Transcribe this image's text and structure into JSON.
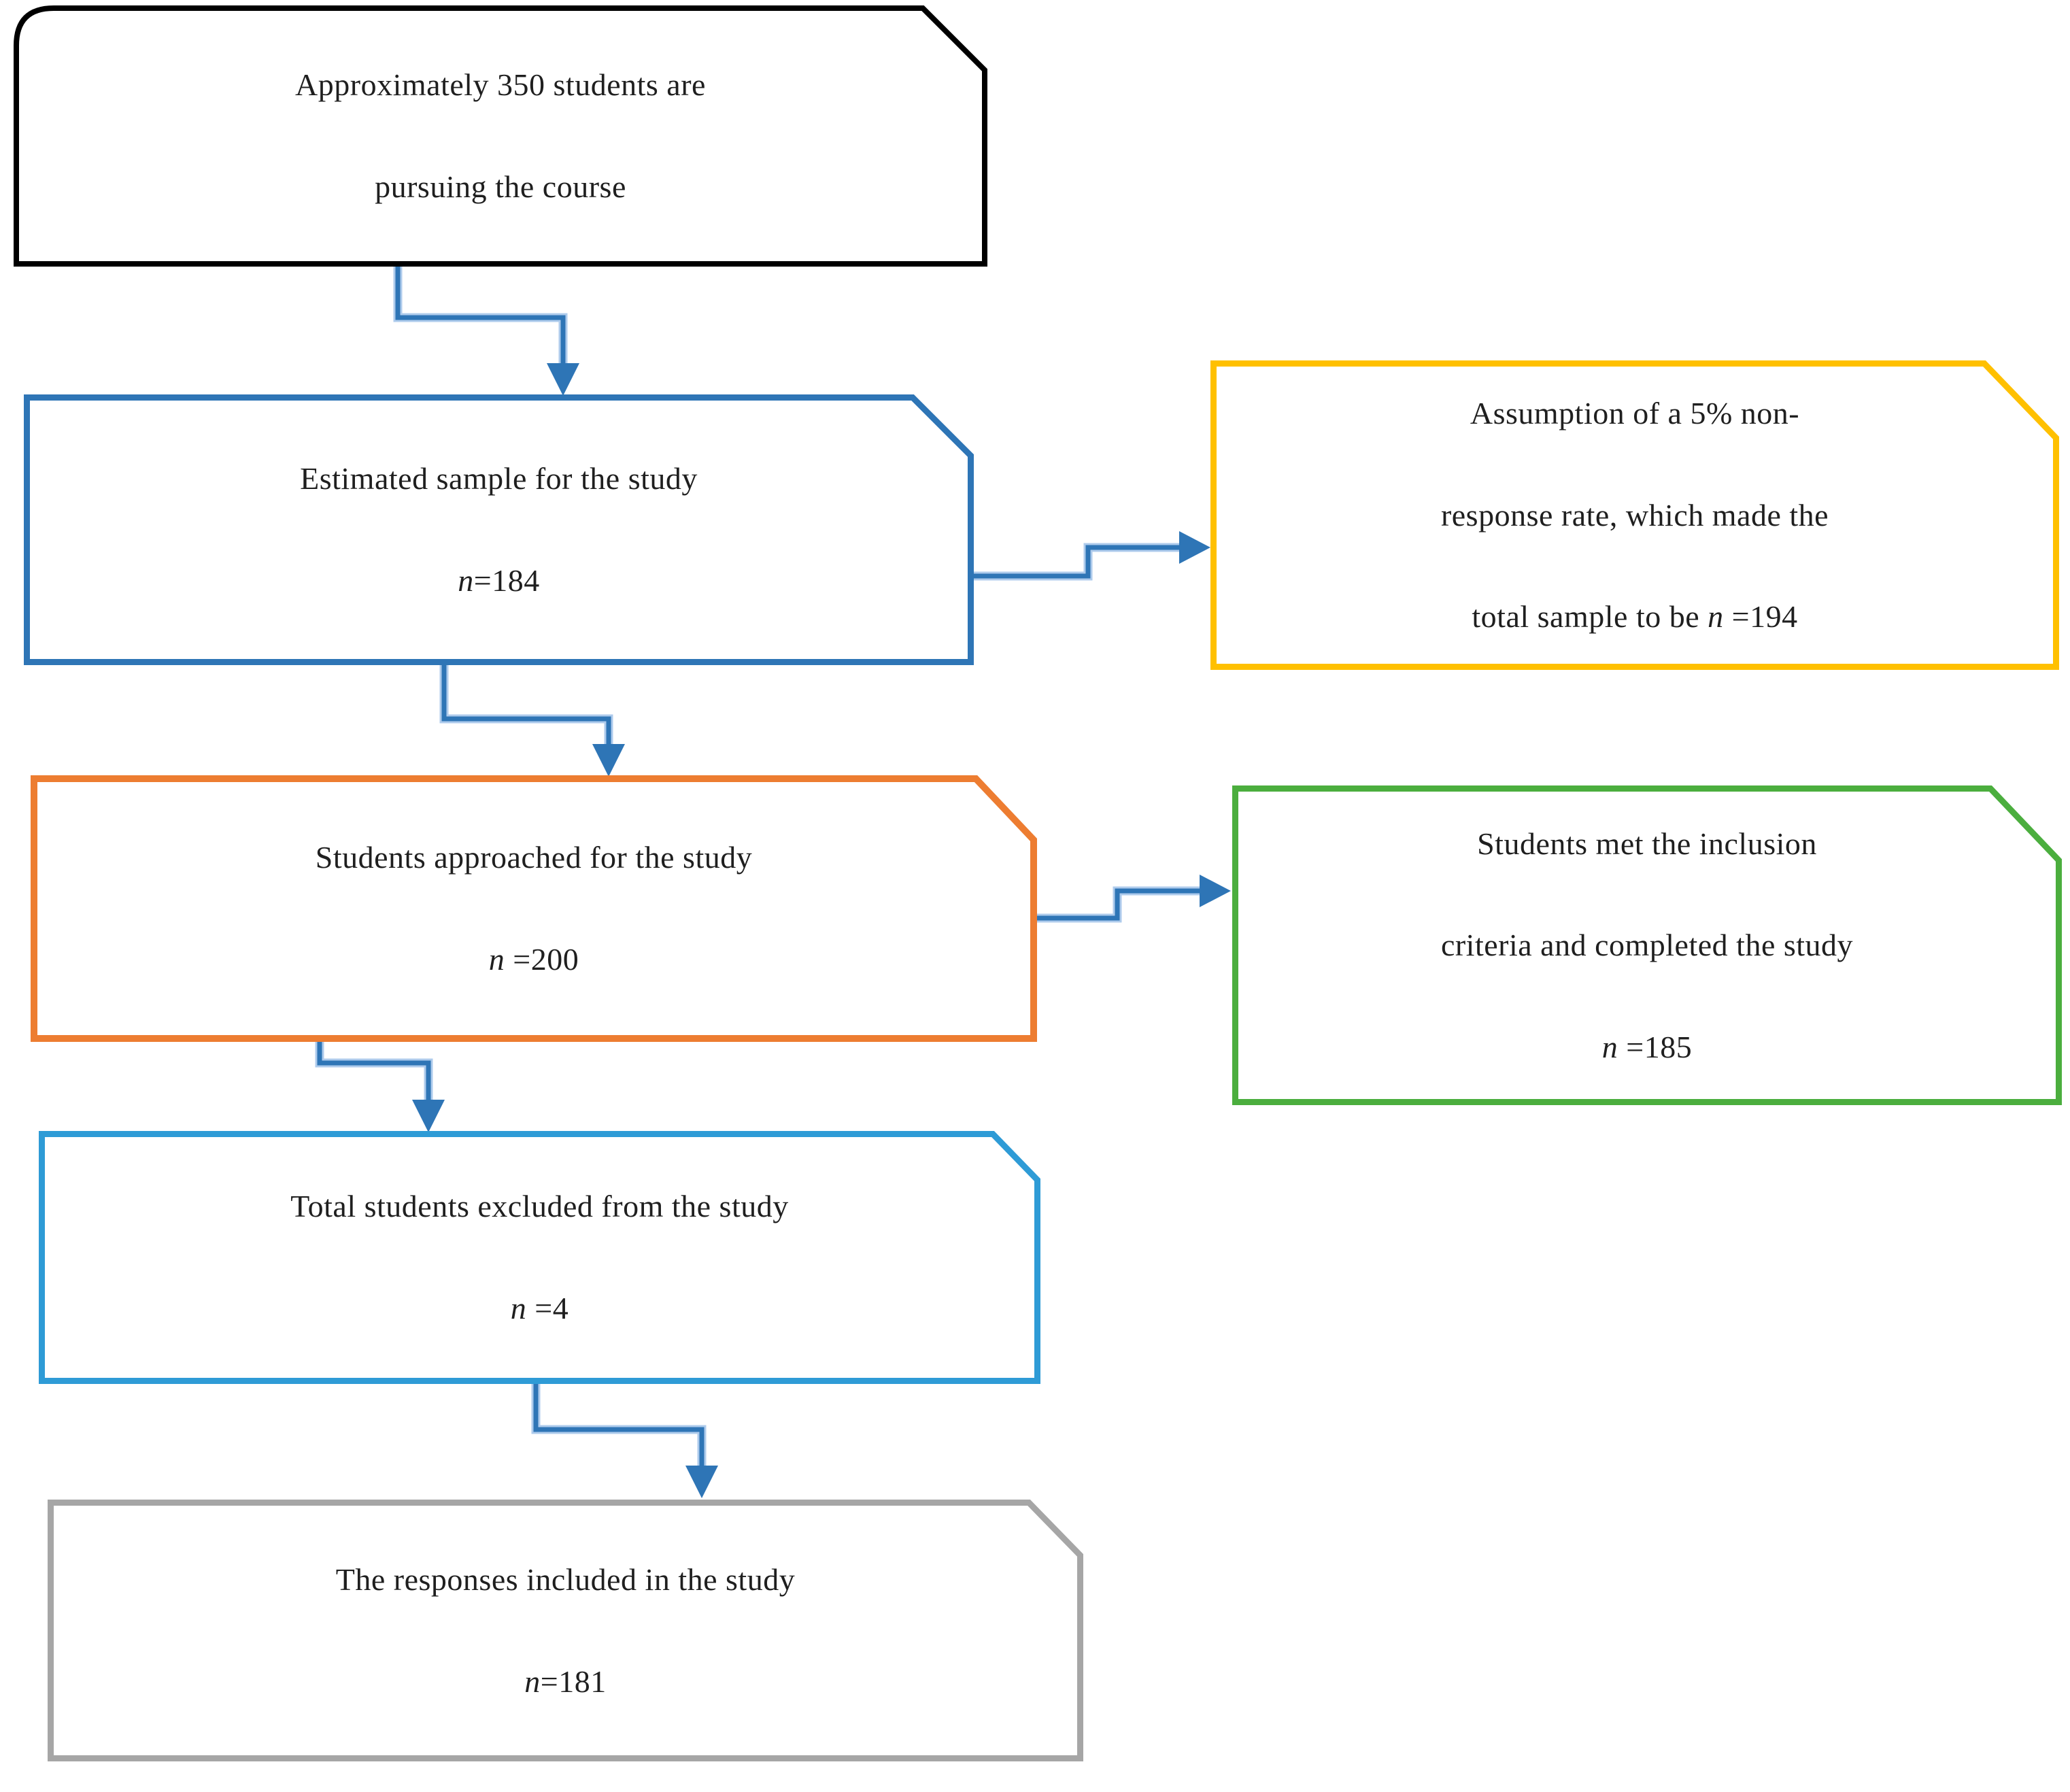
{
  "colors": {
    "background": "#FFFFFF",
    "connector": "#2E75B6",
    "connector_halo": "#AECBEC",
    "text": "#1F1F1F"
  },
  "boxes": {
    "pursuing": {
      "line1": "Approximately 350 students are",
      "line2": "pursuing the course",
      "border_color": "#000000"
    },
    "estimated": {
      "line1": "Estimated sample for the study",
      "n": "n",
      "value": "=184",
      "border_color": "#2E75B6"
    },
    "assumption": {
      "line1": "Assumption of a 5% non-",
      "line2": "response rate, which made the",
      "line3_pre": "total sample to be ",
      "n": "n",
      "value": " =194",
      "border_color": "#FFC000"
    },
    "approached": {
      "line1": "Students approached for the study",
      "n": "n",
      "value": " =200",
      "border_color": "#ED7D31"
    },
    "inclusion": {
      "line1": "Students met the inclusion",
      "line2": "criteria and completed the study",
      "n": "n",
      "value": " =185",
      "border_color": "#4BAE3E"
    },
    "excluded": {
      "line1": "Total students excluded from the study",
      "n": "n",
      "value": " =4",
      "border_color": "#2E9BD6"
    },
    "included": {
      "line1": "The responses included in the study",
      "n": "n",
      "value": "=181",
      "border_color": "#A6A6A6"
    }
  }
}
